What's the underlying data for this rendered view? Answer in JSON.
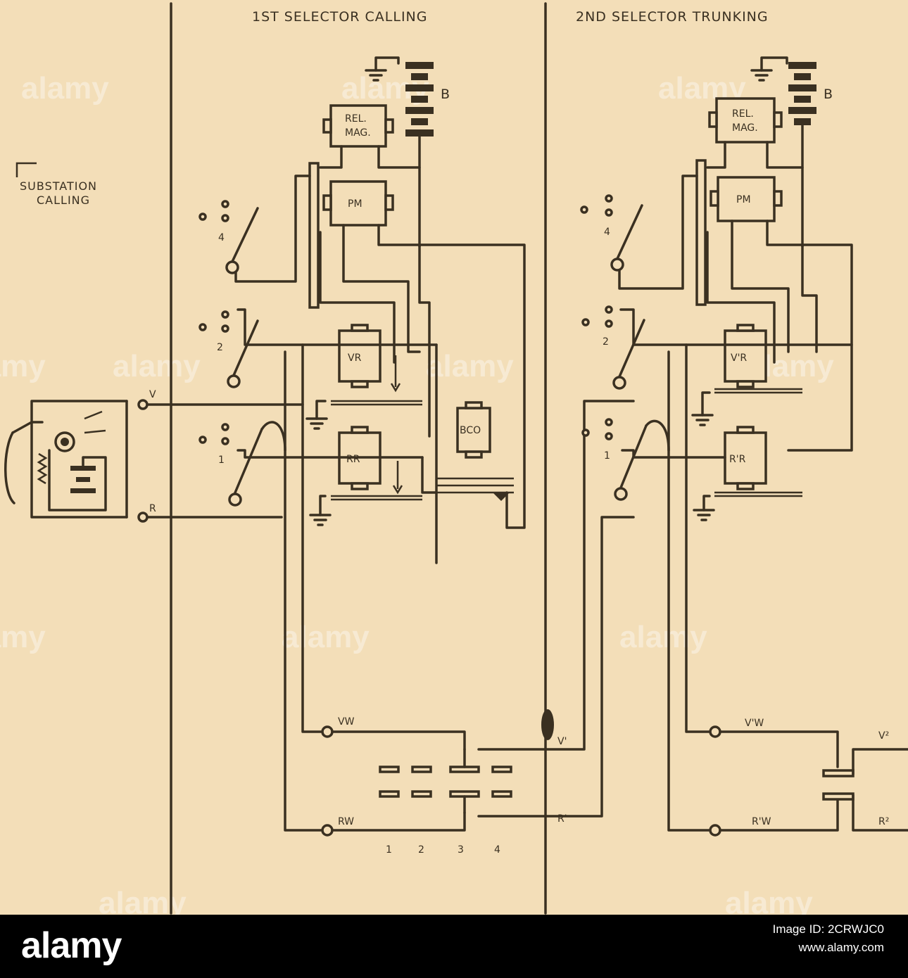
{
  "diagram": {
    "headers": {
      "first_selector": "1ST SELECTOR CALLING",
      "second_selector": "2ND SELECTOR TRUNKING",
      "substation_line1": "SUBSTATION",
      "substation_line2": "CALLING"
    },
    "components": {
      "battery": "B",
      "release_magnet_line1": "REL.",
      "release_magnet_line2": "MAG.",
      "pm": "PM",
      "vr": "VR",
      "rr": "RR",
      "vr_second": "V'R",
      "rr_second": "R'R",
      "bco": "BCO"
    },
    "terminals": {
      "v": "V",
      "r": "R",
      "vw": "VW",
      "rw": "RW",
      "v1": "V'",
      "r1": "R'",
      "v1w": "V'W",
      "r1w": "R'W",
      "v2": "V²",
      "r2": "R²"
    },
    "levels": [
      "1",
      "2",
      "4"
    ],
    "bank_numbers": [
      "1",
      "2",
      "3",
      "4"
    ]
  },
  "watermark": "alamy",
  "footer": {
    "logo": "alamy",
    "image_id_line": "Image ID: 2CRWJC0",
    "url_line": "www.alamy.com"
  }
}
